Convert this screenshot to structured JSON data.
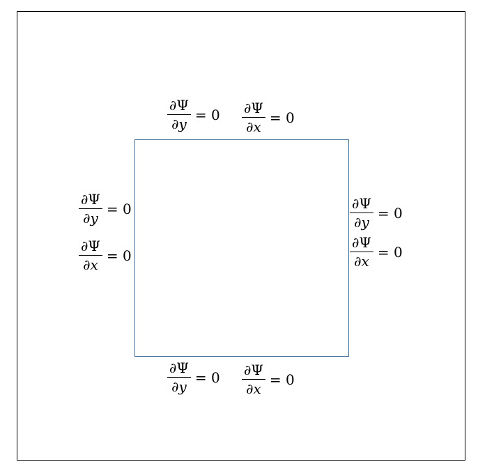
{
  "labels": [
    {
      "id": "top-left",
      "numerator": "∂Ψ",
      "denominator": "∂y",
      "rhs": "= 0"
    },
    {
      "id": "top-right",
      "numerator": "∂Ψ",
      "denominator": "∂x",
      "rhs": "= 0"
    },
    {
      "id": "left-upper",
      "numerator": "∂Ψ",
      "denominator": "∂y",
      "rhs": "= 0"
    },
    {
      "id": "left-lower",
      "numerator": "∂Ψ",
      "denominator": "∂x",
      "rhs": "= 0"
    },
    {
      "id": "right-upper",
      "numerator": "∂Ψ",
      "denominator": "∂y",
      "rhs": "= 0"
    },
    {
      "id": "right-lower",
      "numerator": "∂Ψ",
      "denominator": "∂x",
      "rhs": "= 0"
    },
    {
      "id": "bottom-left",
      "numerator": "∂Ψ",
      "denominator": "∂y",
      "rhs": "= 0"
    },
    {
      "id": "bottom-right",
      "numerator": "∂Ψ",
      "denominator": "∂x",
      "rhs": "= 0"
    }
  ],
  "colors": {
    "frame": "#000000",
    "square": "#41719c"
  }
}
